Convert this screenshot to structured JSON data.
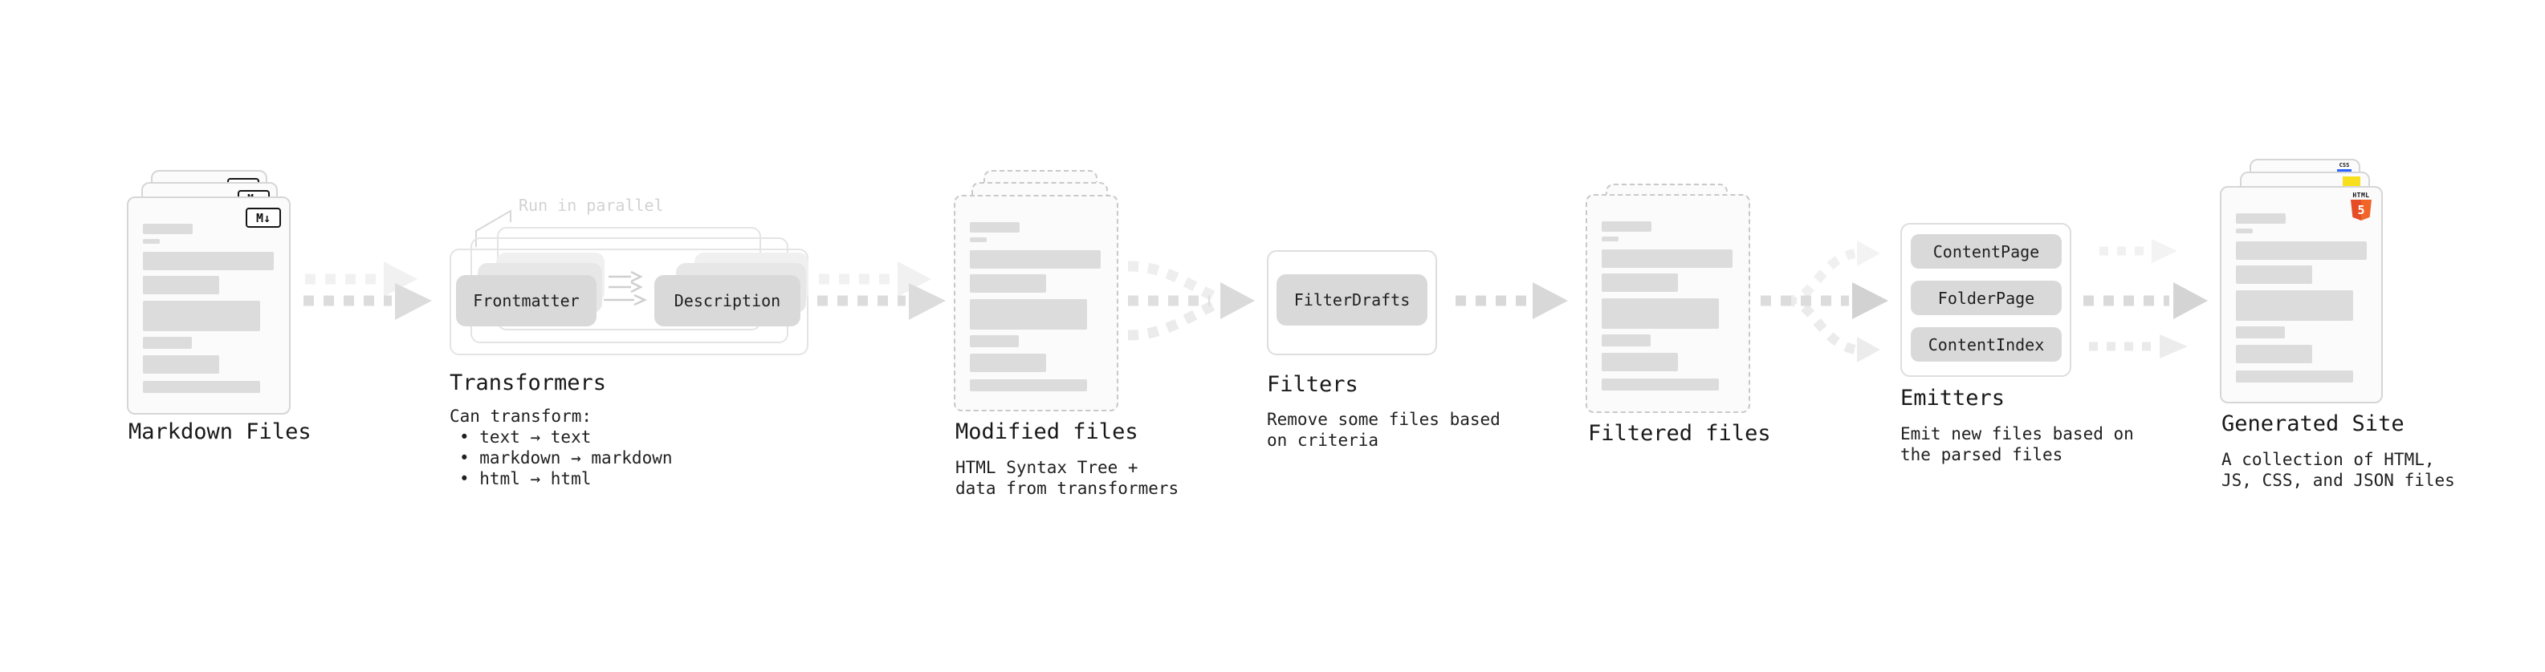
{
  "diagram": {
    "markdown_files": {
      "label": "Markdown Files",
      "badge": "M↓"
    },
    "transformers": {
      "heading": "Transformers",
      "parallel_note": "Run in parallel",
      "input_pill": "Frontmatter",
      "output_pill": "Description",
      "desc_title": "Can transform:",
      "bullets": [
        "• text → text",
        "• markdown → markdown",
        "• html → html"
      ]
    },
    "modified_files": {
      "label": "Modified files",
      "desc": [
        "HTML Syntax Tree +",
        "data from transformers"
      ]
    },
    "filters": {
      "heading": "Filters",
      "pill": "FilterDrafts",
      "desc": [
        "Remove some files based",
        "on criteria"
      ]
    },
    "filtered_files": {
      "label": "Filtered files"
    },
    "emitters": {
      "heading": "Emitters",
      "pills": [
        "ContentPage",
        "FolderPage",
        "ContentIndex"
      ],
      "desc": [
        "Emit new files based on",
        "the parsed files"
      ]
    },
    "generated_site": {
      "label": "Generated Site",
      "desc": [
        "A collection of HTML,",
        "JS, CSS, and JSON files"
      ],
      "css_badge": "CSS",
      "html_badge": {
        "label": "HTML",
        "number": "5"
      }
    },
    "colors": {
      "html5_orange": "#e44d26",
      "js_yellow": "#f7df1e",
      "css_blue": "#2962ff",
      "pill_gray": "#d9d9d9",
      "arrow_gray": "#dcdcdc",
      "ghost_arrow_gray": "#f1f1f1",
      "text_dark": "#1a1a1a",
      "note_gray": "#d2d2d2"
    }
  }
}
